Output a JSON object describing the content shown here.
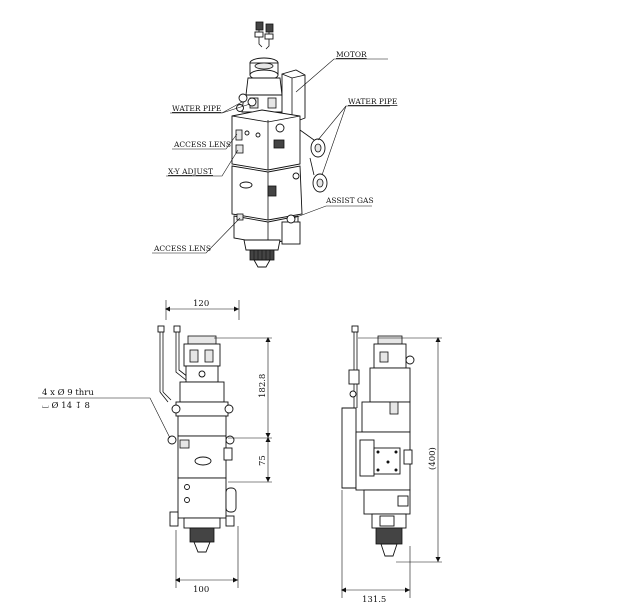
{
  "iso_view": {
    "labels": {
      "motor": "MOTOR",
      "water_pipe_left": "WATER PIPE",
      "water_pipe_right": "WATER PIPE",
      "access_lens_top": "ACCESS LENS",
      "xy_adjust": "X-Y ADJUST",
      "assist_gas": "ASSIST GAS",
      "access_lens_bottom": "ACCESS LENS"
    }
  },
  "front_view": {
    "dimensions": {
      "top_width": "120",
      "height_upper": "182.8",
      "height_middle": "75",
      "bottom_width": "100"
    },
    "hole_note": {
      "line1": "4 x Ø 9 thru",
      "line2": "⌴ Ø 14 ↧ 8"
    }
  },
  "side_view": {
    "dimensions": {
      "total_height": "(400)",
      "bottom_width": "131.5"
    }
  }
}
